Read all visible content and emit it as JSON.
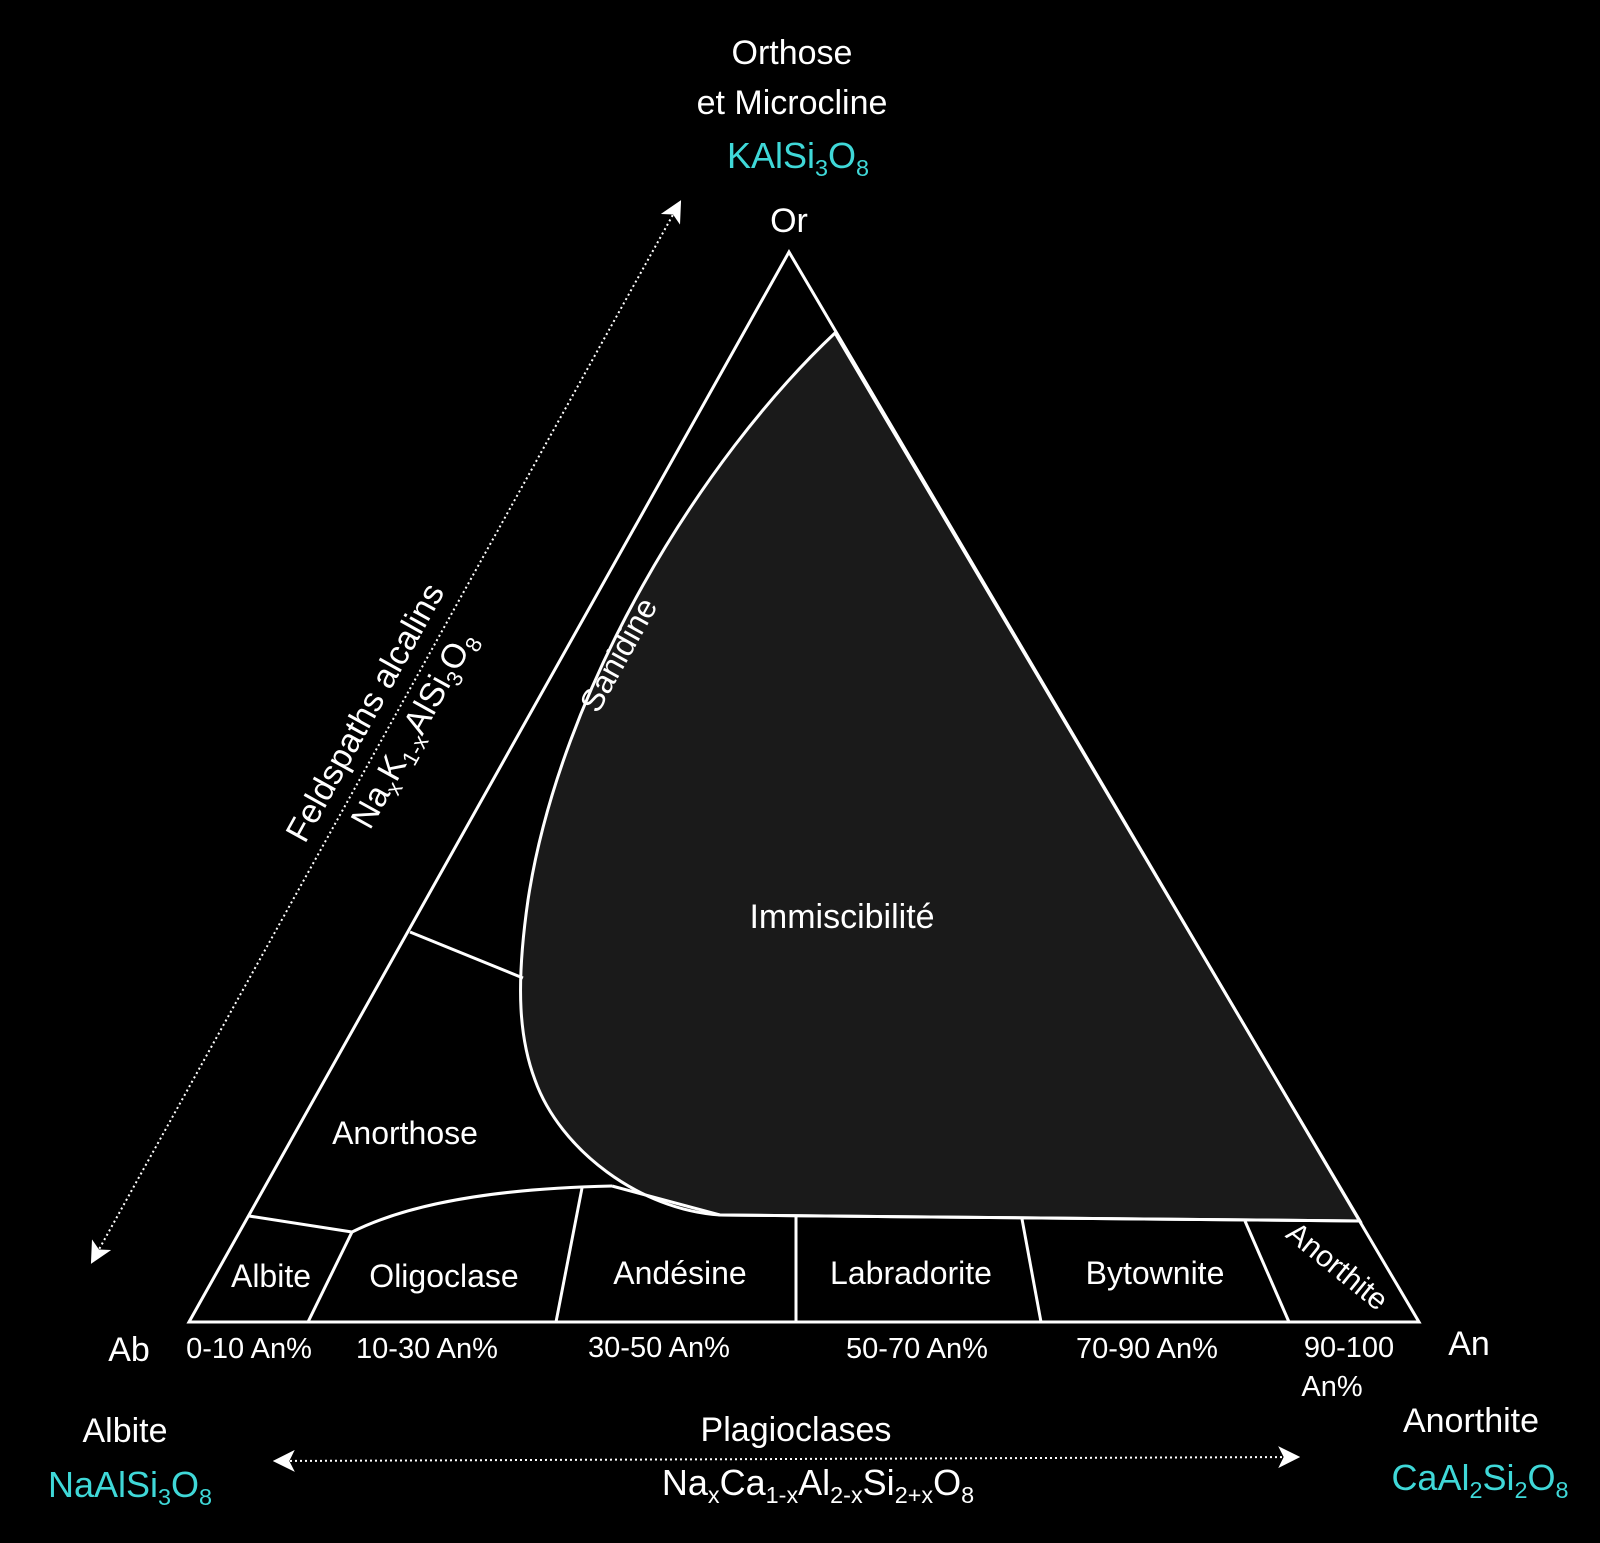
{
  "apex_top": {
    "name_line1": "Orthose",
    "name_line2": "et Microcline",
    "formula": {
      "a": "KAlSi",
      "b": "3",
      "c": "O",
      "d": "8"
    },
    "short": "Or"
  },
  "apex_left": {
    "short": "Ab",
    "name": "Albite",
    "formula": {
      "a": "NaAlSi",
      "b": "3",
      "c": "O",
      "d": "8"
    }
  },
  "apex_right": {
    "short": "An",
    "name": "Anorthite",
    "formula": {
      "a": "CaAl",
      "b": "2",
      "c": "Si",
      "d": "2",
      "e": "O",
      "f": "8"
    }
  },
  "regions": {
    "immiscibility": "Immiscibilité",
    "sanidine": "Sanidine",
    "anorthose": "Anorthose",
    "albite": "Albite",
    "oligoclase": "Oligoclase",
    "andesine": "Andésine",
    "labradorite": "Labradorite",
    "bytownite": "Bytownite",
    "anorthite": "Anorthite"
  },
  "an_ranges": {
    "r1": "0-10 An%",
    "r2": "10-30 An%",
    "r3": "30-50 An%",
    "r4": "50-70 An%",
    "r5": "70-90 An%",
    "r6_line1": "90-100",
    "r6_line2": "An%"
  },
  "alkali_axis": {
    "title": "Feldspaths alcalins",
    "formula": {
      "a": "Na",
      "b": "x",
      "c": "K",
      "d": "1-x",
      "e": "AlSi",
      "f": "3",
      "g": "O",
      "h": "8"
    }
  },
  "plagioclase_axis": {
    "title": "Plagioclases",
    "formula": {
      "a": "Na",
      "b": "x",
      "c": "Ca",
      "d": "1-x",
      "e": "Al",
      "f": "2-x",
      "g": "Si",
      "h": "2+x",
      "i": "O",
      "j": "8"
    }
  },
  "colors": {
    "line": "#ffffff",
    "formula": "#3fd8d8",
    "immiscibility_fill": "#1a1a1a",
    "background": "#000000"
  }
}
